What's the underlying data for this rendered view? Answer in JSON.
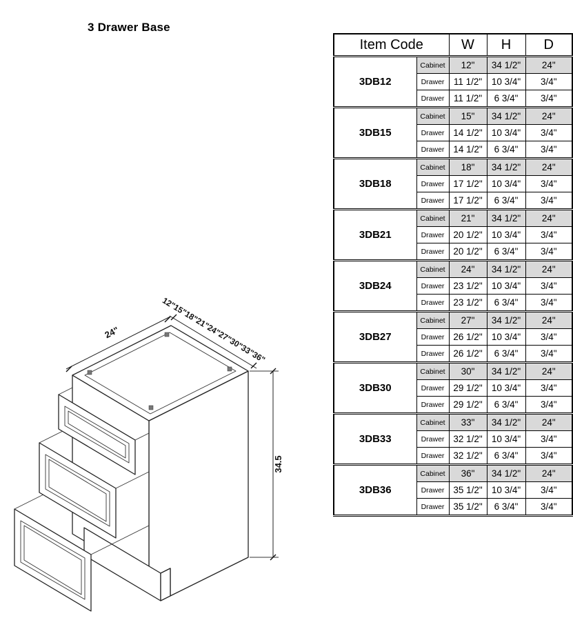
{
  "page": {
    "title": "3 Drawer Base"
  },
  "diagram": {
    "depth_label": "24\"",
    "width_labels": "12\"15\"18\"21\"24\"27\"30\"33\"36\"",
    "height_label": "34.5"
  },
  "colors": {
    "shaded_row": "#d9d9d9",
    "line": "#000000"
  },
  "table": {
    "headers": {
      "item_code": "Item Code",
      "w": "W",
      "h": "H",
      "d": "D"
    },
    "row_labels": {
      "cabinet": "Cabinet",
      "drawer": "Drawer"
    },
    "groups": [
      {
        "code": "3DB12",
        "rows": [
          {
            "part": "Cabinet",
            "w": "12\"",
            "h": "34 1/2\"",
            "d": "24\""
          },
          {
            "part": "Drawer",
            "w": "11 1/2\"",
            "h": "10 3/4\"",
            "d": "3/4\""
          },
          {
            "part": "Drawer",
            "w": "11 1/2\"",
            "h": "6 3/4\"",
            "d": "3/4\""
          }
        ]
      },
      {
        "code": "3DB15",
        "rows": [
          {
            "part": "Cabinet",
            "w": "15\"",
            "h": "34 1/2\"",
            "d": "24\""
          },
          {
            "part": "Drawer",
            "w": "14 1/2\"",
            "h": "10 3/4\"",
            "d": "3/4\""
          },
          {
            "part": "Drawer",
            "w": "14 1/2\"",
            "h": "6 3/4\"",
            "d": "3/4\""
          }
        ]
      },
      {
        "code": "3DB18",
        "rows": [
          {
            "part": "Cabinet",
            "w": "18\"",
            "h": "34 1/2\"",
            "d": "24\""
          },
          {
            "part": "Drawer",
            "w": "17 1/2\"",
            "h": "10 3/4\"",
            "d": "3/4\""
          },
          {
            "part": "Drawer",
            "w": "17 1/2\"",
            "h": "6 3/4\"",
            "d": "3/4\""
          }
        ]
      },
      {
        "code": "3DB21",
        "rows": [
          {
            "part": "Cabinet",
            "w": "21\"",
            "h": "34 1/2\"",
            "d": "24\""
          },
          {
            "part": "Drawer",
            "w": "20 1/2\"",
            "h": "10 3/4\"",
            "d": "3/4\""
          },
          {
            "part": "Drawer",
            "w": "20 1/2\"",
            "h": "6 3/4\"",
            "d": "3/4\""
          }
        ]
      },
      {
        "code": "3DB24",
        "rows": [
          {
            "part": "Cabinet",
            "w": "24\"",
            "h": "34 1/2\"",
            "d": "24\""
          },
          {
            "part": "Drawer",
            "w": "23 1/2\"",
            "h": "10 3/4\"",
            "d": "3/4\""
          },
          {
            "part": "Drawer",
            "w": "23 1/2\"",
            "h": "6 3/4\"",
            "d": "3/4\""
          }
        ]
      },
      {
        "code": "3DB27",
        "rows": [
          {
            "part": "Cabinet",
            "w": "27\"",
            "h": "34 1/2\"",
            "d": "24\""
          },
          {
            "part": "Drawer",
            "w": "26 1/2\"",
            "h": "10 3/4\"",
            "d": "3/4\""
          },
          {
            "part": "Drawer",
            "w": "26 1/2\"",
            "h": "6 3/4\"",
            "d": "3/4\""
          }
        ]
      },
      {
        "code": "3DB30",
        "rows": [
          {
            "part": "Cabinet",
            "w": "30\"",
            "h": "34 1/2\"",
            "d": "24\""
          },
          {
            "part": "Drawer",
            "w": "29 1/2\"",
            "h": "10 3/4\"",
            "d": "3/4\""
          },
          {
            "part": "Drawer",
            "w": "29 1/2\"",
            "h": "6 3/4\"",
            "d": "3/4\""
          }
        ]
      },
      {
        "code": "3DB33",
        "rows": [
          {
            "part": "Cabinet",
            "w": "33\"",
            "h": "34 1/2\"",
            "d": "24\""
          },
          {
            "part": "Drawer",
            "w": "32 1/2\"",
            "h": "10 3/4\"",
            "d": "3/4\""
          },
          {
            "part": "Drawer",
            "w": "32 1/2\"",
            "h": "6 3/4\"",
            "d": "3/4\""
          }
        ]
      },
      {
        "code": "3DB36",
        "rows": [
          {
            "part": "Cabinet",
            "w": "36\"",
            "h": "34 1/2\"",
            "d": "24\""
          },
          {
            "part": "Drawer",
            "w": "35 1/2\"",
            "h": "10 3/4\"",
            "d": "3/4\""
          },
          {
            "part": "Drawer",
            "w": "35 1/2\"",
            "h": "6 3/4\"",
            "d": "3/4\""
          }
        ]
      }
    ]
  }
}
